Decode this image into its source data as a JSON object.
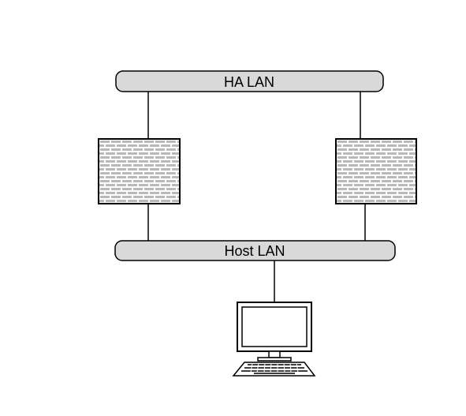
{
  "diagram": {
    "ha_lan": {
      "label": "HA LAN"
    },
    "host_lan": {
      "label": "Host LAN"
    },
    "firewalls": [
      {
        "name": "firewall-left"
      },
      {
        "name": "firewall-right"
      }
    ],
    "host_computer": {
      "icon": "desktop-computer-icon"
    },
    "colors": {
      "bus_fill": "#d9d9d9",
      "line": "#000000",
      "brick": "#b9b9b9",
      "mortar": "#ffffff"
    }
  }
}
